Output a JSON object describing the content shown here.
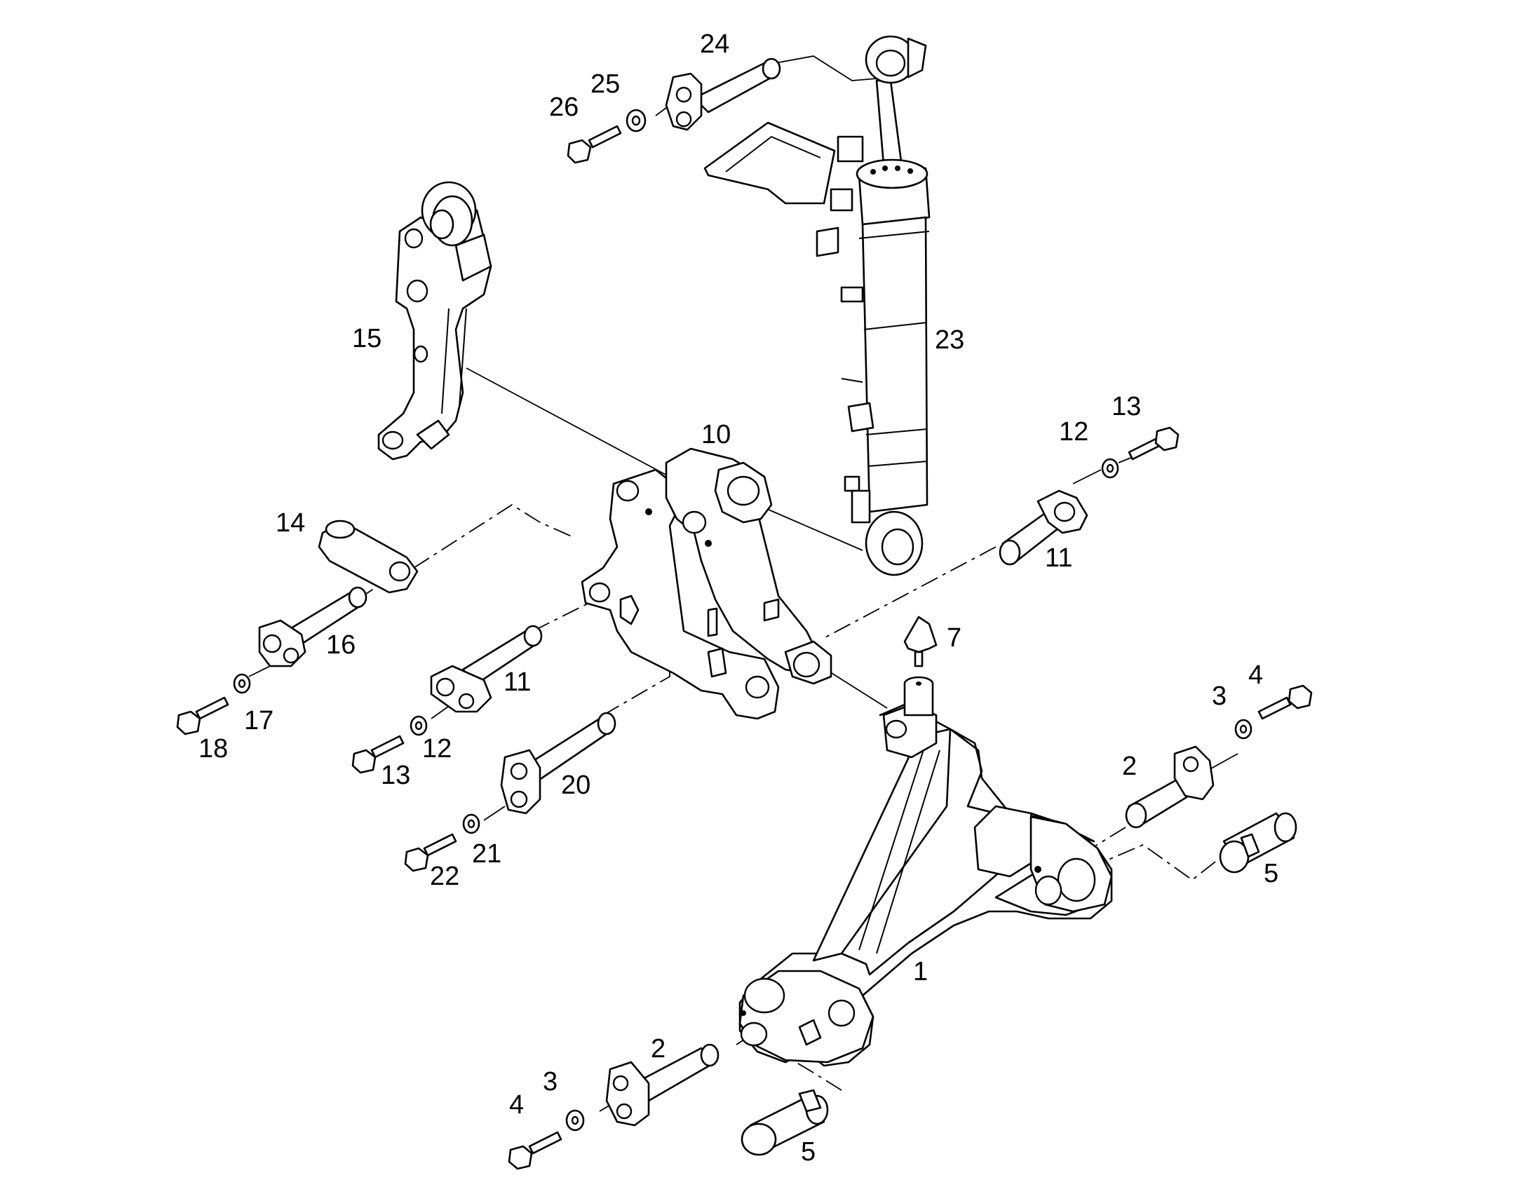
{
  "callouts": {
    "c1": "1",
    "c2a": "2",
    "c2b": "2",
    "c3a": "3",
    "c3b": "3",
    "c4a": "4",
    "c4b": "4",
    "c5a": "5",
    "c5b": "5",
    "c7": "7",
    "c10": "10",
    "c11a": "11",
    "c11b": "11",
    "c12a": "12",
    "c12b": "12",
    "c13a": "13",
    "c13b": "13",
    "c14": "14",
    "c15": "15",
    "c16": "16",
    "c17": "17",
    "c18": "18",
    "c20": "20",
    "c21": "21",
    "c22": "22",
    "c23": "23",
    "c24": "24",
    "c25": "25",
    "c26": "26"
  }
}
